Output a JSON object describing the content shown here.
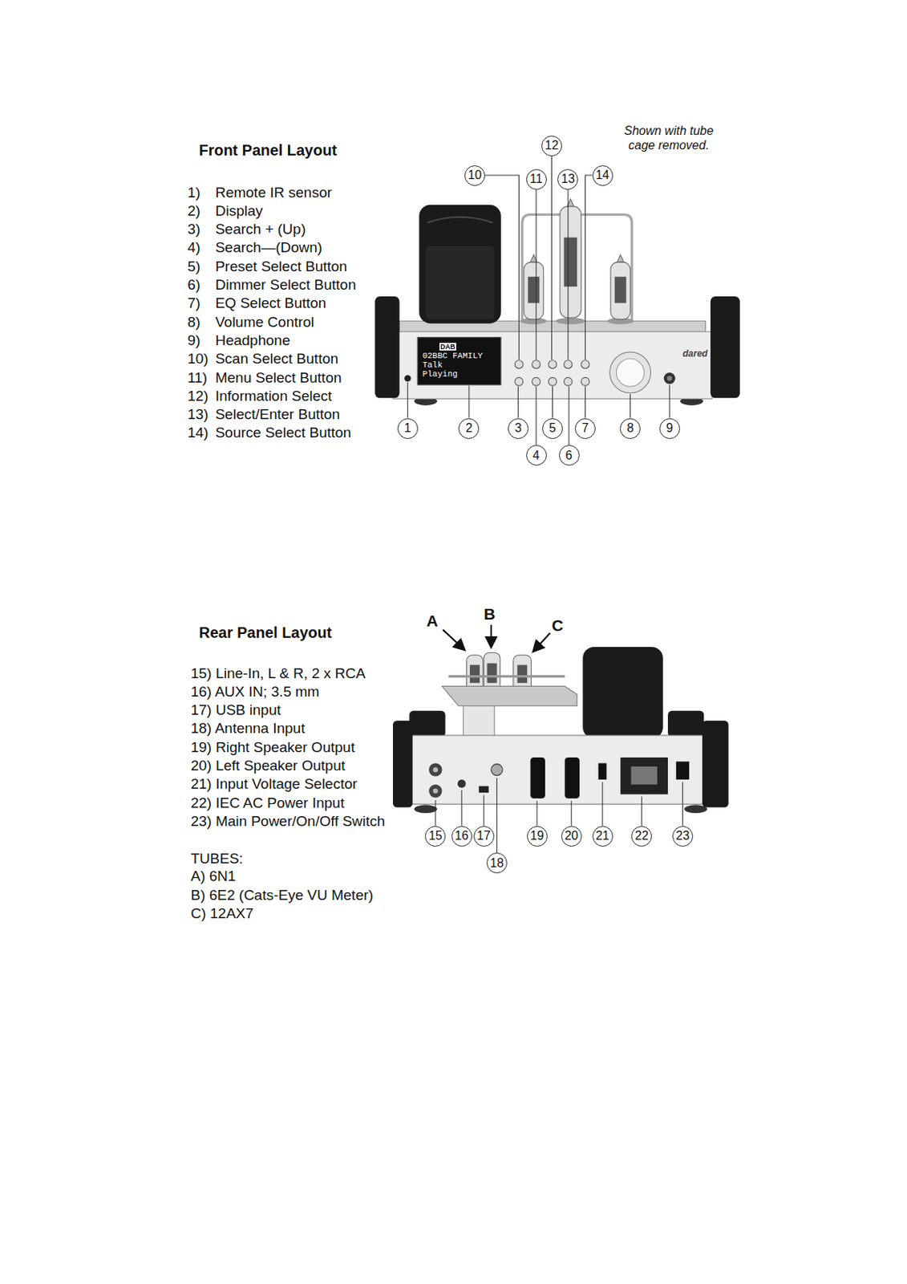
{
  "diagram": {
    "nodes": [
      {
        "text": [
          "12"
        ]
      },
      {
        "text": [
          "10"
        ]
      },
      {
        "text": [
          "11"
        ]
      },
      {
        "text": [
          "13"
        ]
      },
      {
        "text": [
          "14"
        ]
      },
      {
        "text": [
          "1"
        ]
      },
      {
        "text": [
          "2"
        ]
      },
      {
        "text": [
          "3"
        ]
      },
      {
        "text": [
          "5"
        ]
      },
      {
        "text": [
          "7"
        ]
      },
      {
        "text": [
          "8"
        ]
      },
      {
        "text": [
          "9"
        ]
      },
      {
        "text": [
          "4"
        ]
      },
      {
        "text": [
          "6"
        ]
      },
      {
        "text": [
          "15"
        ]
      },
      {
        "text": [
          "16"
        ]
      },
      {
        "text": [
          "17"
        ]
      },
      {
        "text": [
          "19"
        ]
      },
      {
        "text": [
          "20"
        ]
      },
      {
        "text": [
          "21"
        ]
      },
      {
        "text": [
          "22"
        ]
      },
      {
        "text": [
          "23"
        ]
      },
      {
        "text": [
          "18"
        ]
      }
    ],
    "labels": [
      "Front Panel Layout",
      "1)",
      "Remote IR sensor",
      "2)",
      "Display",
      "3)",
      "Search + (Up)",
      "4)",
      "Search—(Down)",
      "5)",
      "Preset Select Button",
      "6)",
      "Dimmer Select Button",
      "7)",
      "EQ Select Button",
      "8)",
      "Volume Control",
      "9)",
      "Headphone",
      "10)",
      "Scan Select Button",
      "11)",
      "Menu Select Button",
      "12)",
      "Information Select",
      "13)",
      "Select/Enter Button",
      "14)",
      "Source Select Button",
      "Shown with tube cage removed.",
      "DAB",
      "02BBC FAMILY",
      "Talk",
      "Playing",
      "dared",
      "Rear Panel Layout",
      "15) Line-In, L & R, 2 x RCA",
      "16) AUX IN; 3.5 mm",
      "17) USB input",
      "18) Antenna Input",
      "19) Right Speaker Output",
      "20) Left Speaker Output",
      "21) Input Voltage Selector",
      "22) IEC AC Power Input",
      "23) Main Power/On/Off Switch",
      "TUBES:",
      "A) 6N1",
      "B) 6E2 (Cats-Eye VU Meter)",
      "C) 12AX7",
      "A",
      "B",
      "C"
    ]
  }
}
